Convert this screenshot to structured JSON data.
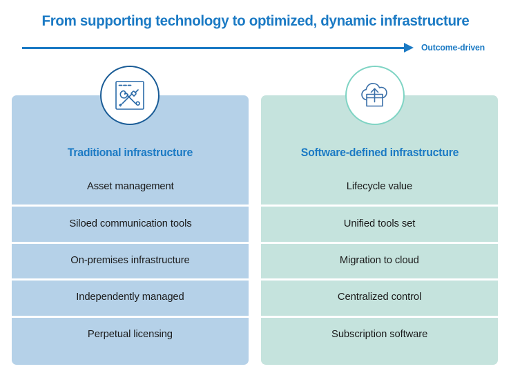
{
  "title": "From supporting technology to optimized, dynamic infrastructure",
  "arrow": {
    "label": "Outcome-driven",
    "icon": "arrow-right-icon",
    "color": "#1b7ac4"
  },
  "colors": {
    "title_blue": "#1b7ac4",
    "header_blue": "#1b7ac4",
    "left_card_bg": "#b5d1e8",
    "right_card_bg": "#c5e3dd",
    "left_badge_ring": "#1a5c96",
    "right_badge_ring": "#7fd4c4",
    "icon_stroke": "#2a6aa8",
    "row_text": "#1a1a1a",
    "separator": "#ffffff"
  },
  "columns": [
    {
      "id": "traditional",
      "header": "Traditional infrastructure",
      "icon": "tools-window-icon",
      "items": [
        "Asset management",
        "Siloed communication tools",
        "On-premises infrastructure",
        "Independently managed",
        "Perpetual licensing"
      ]
    },
    {
      "id": "software-defined",
      "header": "Software-defined infrastructure",
      "icon": "cloud-upload-icon",
      "items": [
        "Lifecycle value",
        "Unified tools set",
        "Migration to cloud",
        "Centralized control",
        "Subscription software"
      ]
    }
  ]
}
